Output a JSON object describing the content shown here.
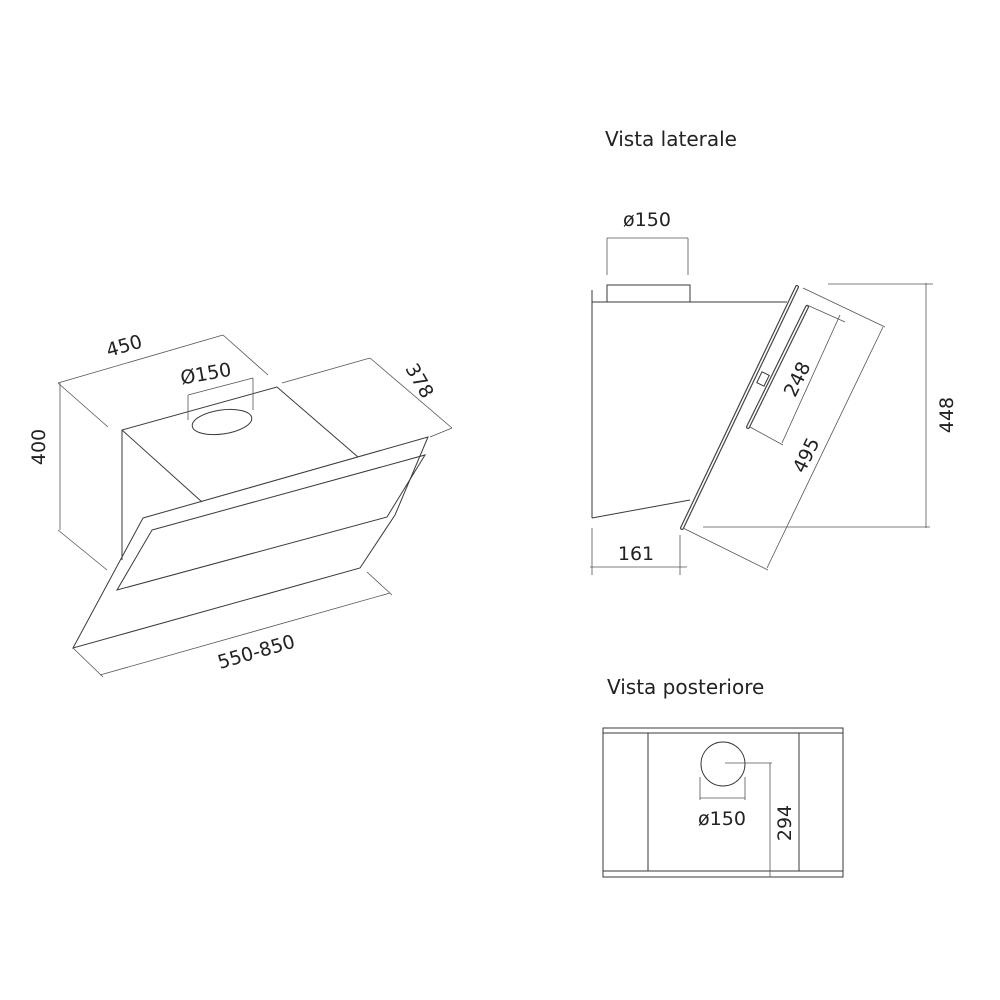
{
  "iso_view": {
    "width_label": "450",
    "depth_label": "378",
    "height_label": "400",
    "duct_label": "Ø150",
    "length_label": "550-850"
  },
  "side_view": {
    "title": "Vista laterale",
    "duct_label": "ø150",
    "height_label": "448",
    "glass_label": "495",
    "inner_panel_label": "248",
    "depth_label": "161"
  },
  "rear_view": {
    "title": "Vista posteriore",
    "duct_label": "ø150",
    "duct_height_label": "294"
  }
}
